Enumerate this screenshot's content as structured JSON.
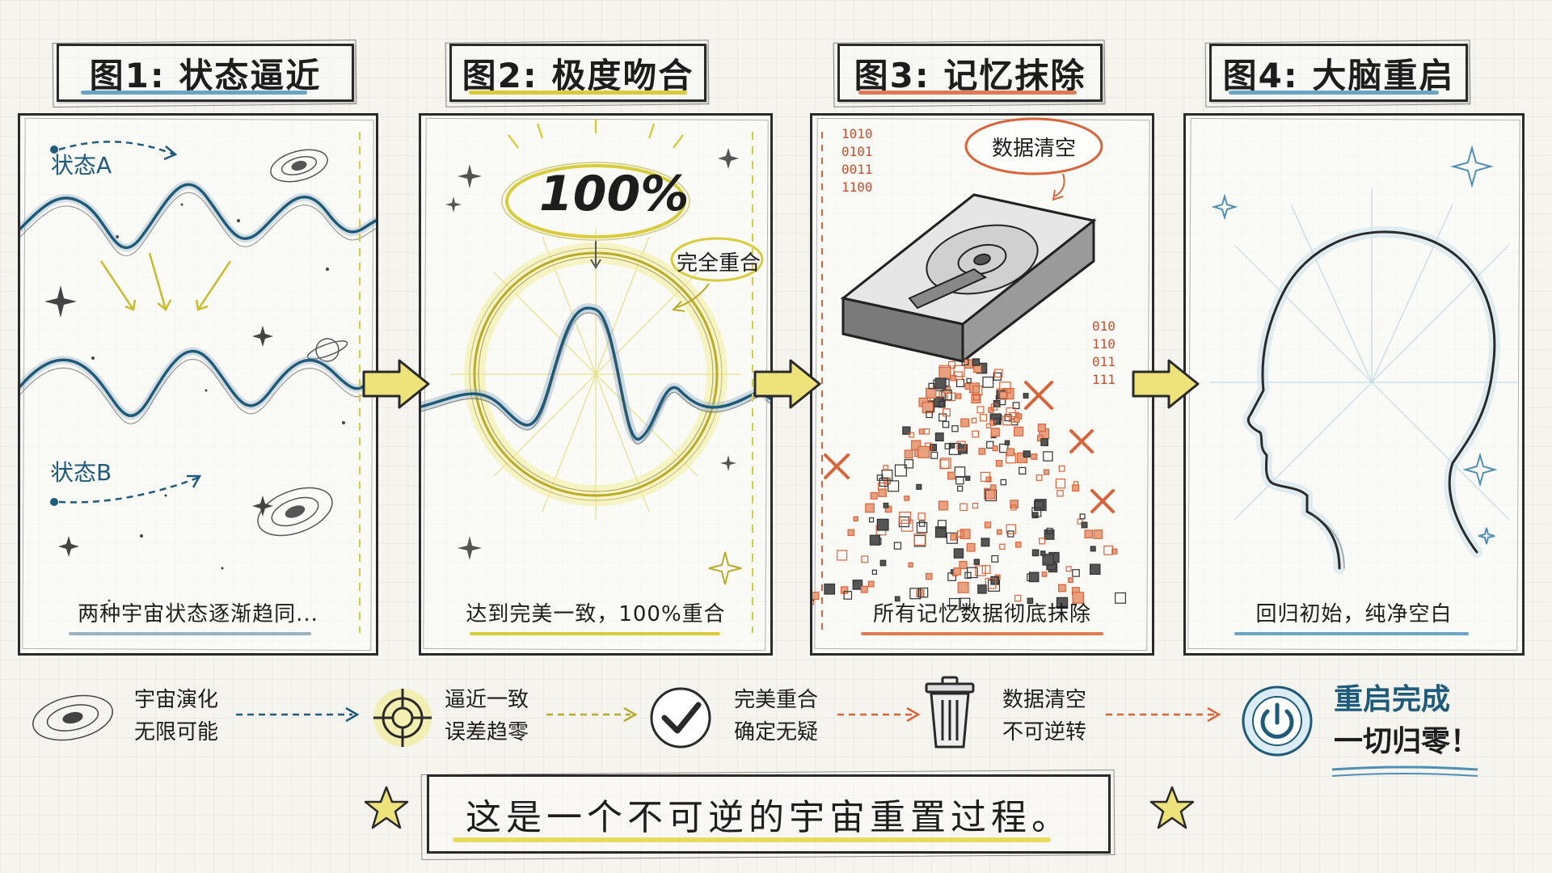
{
  "panels": [
    {
      "title": "图1: 状态逼近",
      "caption": "两种宇宙状态逐渐趋同...",
      "labels": {
        "state_a": "状态A",
        "state_b": "状态B"
      }
    },
    {
      "title": "图2: 极度吻合",
      "caption": "达到完美一致，100%重合",
      "labels": {
        "percent": "100%",
        "overlap": "完全重合"
      }
    },
    {
      "title": "图3: 记忆抹除",
      "caption": "所有记忆数据彻底抹除",
      "labels": {
        "data_clear": "数据清空",
        "binary_left": "1010\n0101\n0011\n1100",
        "binary_right": "010\n110\n011\n111"
      }
    },
    {
      "title": "图4: 大脑重启",
      "caption": "回归初始，纯净空白",
      "labels": {}
    }
  ],
  "legend": [
    {
      "icon": "galaxy-icon",
      "line1": "宇宙演化",
      "line2": "无限可能"
    },
    {
      "icon": "target-icon",
      "line1": "逼近一致",
      "line2": "误差趋零"
    },
    {
      "icon": "check-icon",
      "line1": "完美重合",
      "line2": "确定无疑"
    },
    {
      "icon": "trash-icon",
      "line1": "数据清空",
      "line2": "不可逆转"
    },
    {
      "icon": "power-icon",
      "line1": "重启完成",
      "line2": "一切归零！"
    }
  ],
  "banner": "这是一个不可逆的宇宙重置过程。",
  "colors": {
    "blue": "#1e5a7a",
    "yellow": "#d8cc3c",
    "orange": "#d9643a",
    "ink": "#2a2a2a"
  }
}
